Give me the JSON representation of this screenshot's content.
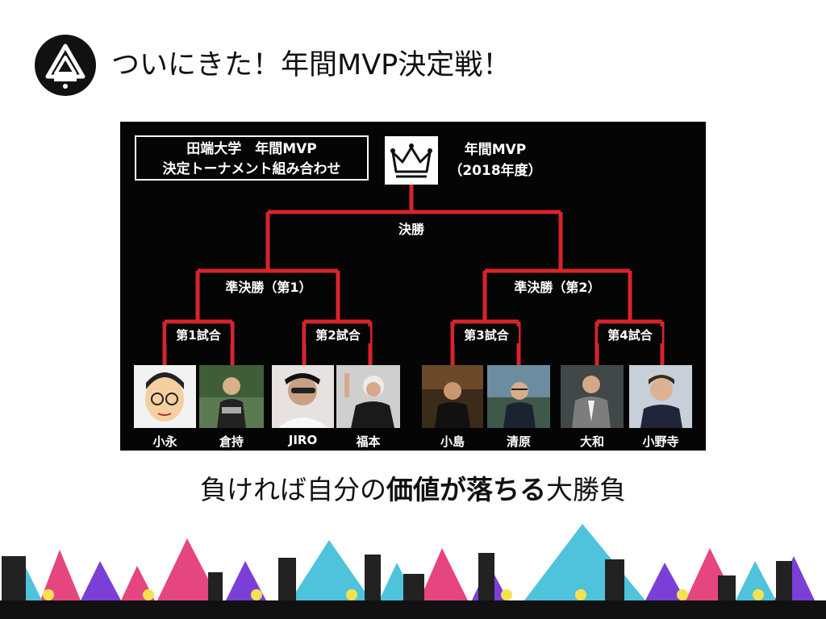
{
  "slide": {
    "title": "ついにきた！年間MVP決定戦！",
    "subtitle_pre": "負ければ自分の",
    "subtitle_bold": "価値が落ちる",
    "subtitle_post": "大勝負"
  },
  "bracket": {
    "header_line1": "田端大学　年間MVP",
    "header_line2": "決定トーナメント組み合わせ",
    "mvp_line1": "年間MVP",
    "mvp_line2": "（2018年度）",
    "final": "決勝",
    "semi1": "準決勝（第1）",
    "semi2": "準決勝（第2）",
    "match1": "第1試合",
    "match2": "第2試合",
    "match3": "第3試合",
    "match4": "第4試合",
    "players": [
      "小永",
      "倉持",
      "JIRO",
      "福本",
      "小島",
      "清原",
      "大和",
      "小野寺"
    ],
    "line_color": "#d8242a"
  }
}
